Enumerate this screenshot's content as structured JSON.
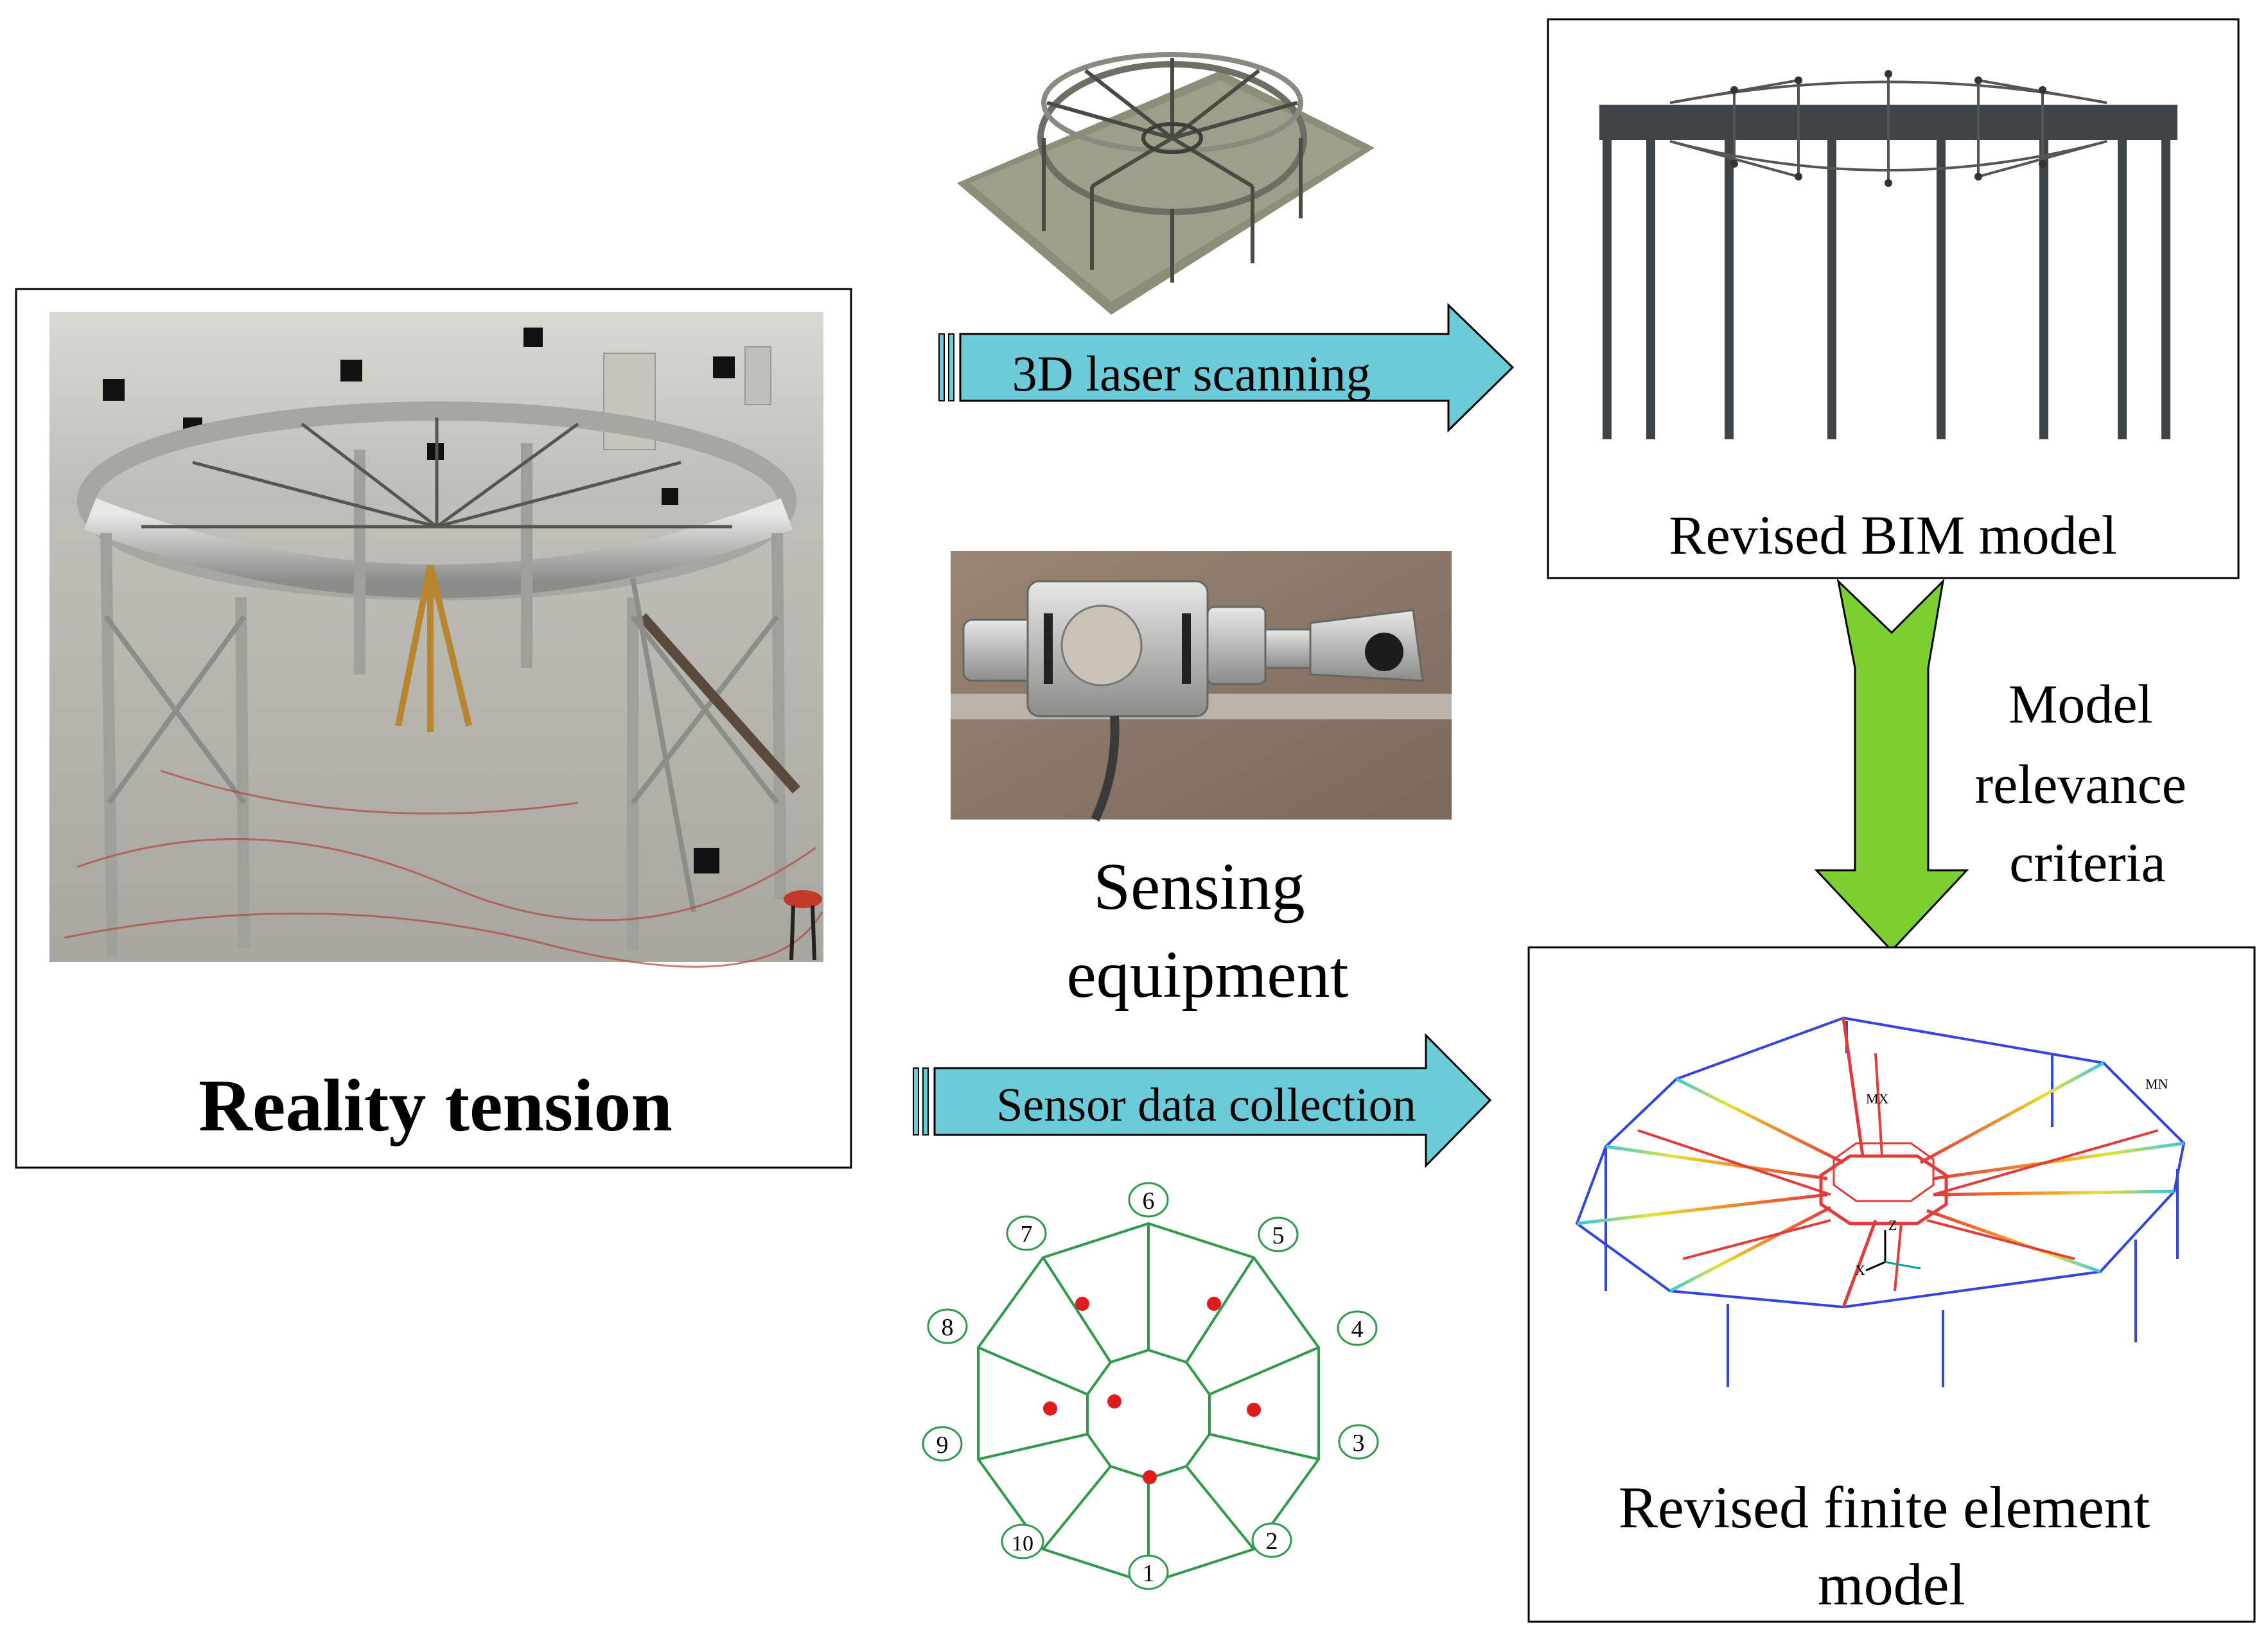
{
  "left_panel": {
    "caption": "Reality tension"
  },
  "arrows": {
    "scan": {
      "label": "3D laser scanning"
    },
    "sensor": {
      "label": "Sensor data collection"
    },
    "relevance": {
      "label_lines": [
        "Model",
        "relevance",
        "criteria"
      ]
    }
  },
  "middle": {
    "sensing_lines": [
      "Sensing",
      "equipment"
    ]
  },
  "bim_panel": {
    "caption": "Revised BIM model"
  },
  "fe_panel": {
    "caption_lines": [
      "Revised finite element",
      "model"
    ],
    "annotations": {
      "mx": "MX",
      "mn": "MN",
      "axis_z": "Z",
      "axis_x": "X"
    }
  },
  "sensor_layout": {
    "node_labels": [
      "1",
      "2",
      "3",
      "4",
      "5",
      "6",
      "7",
      "8",
      "9",
      "10"
    ]
  },
  "colors": {
    "arrow_fill": "#6ccbd9",
    "down_arrow_fill": "#7ccf2e",
    "layout_lines": "#2e9a4a",
    "sensor_dots": "#e01b1b",
    "fe_ring": "#3344e0",
    "fe_spokes": "#e23b3b"
  }
}
